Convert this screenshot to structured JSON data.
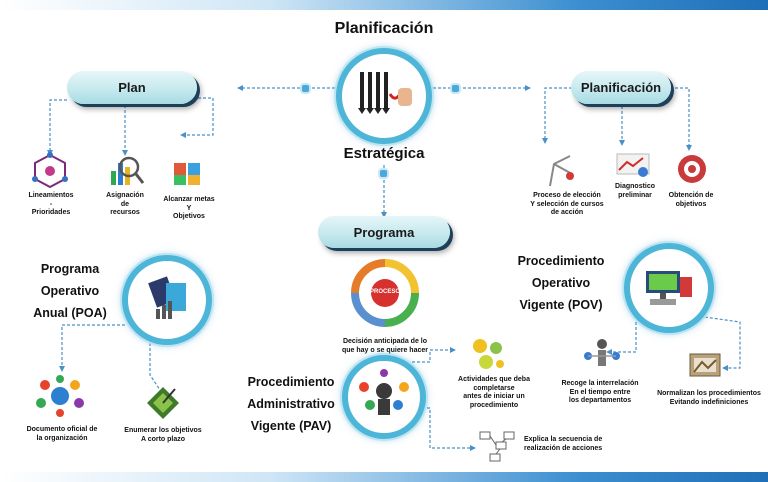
{
  "center": {
    "title_top": "Planificación",
    "title_bottom": "Estratégica"
  },
  "plan": {
    "label": "Plan",
    "items": [
      {
        "label": "Lineamientos\n-\nPrioridades"
      },
      {
        "label": "Asignación\nde\nrecursos"
      },
      {
        "label": "Alcanzar metas\nY\nObjetivos"
      }
    ]
  },
  "planificacion": {
    "label": "Planificación",
    "items": [
      {
        "label": "Proceso de elección\nY selección de cursos\nde acción"
      },
      {
        "label": "Diagnostico\npreliminar"
      },
      {
        "label": "Obtención de\nobjetivos"
      }
    ]
  },
  "programa": {
    "label": "Programa",
    "process_word": "PROCESO",
    "decision_text": "Decisión anticipada de lo\nque hay o se quiere hacer"
  },
  "poa": {
    "title": "Programa\nOperativo\nAnual (POA)",
    "items": [
      {
        "label": "Documento oficial de\nla organización"
      },
      {
        "label": "Enumerar los objetivos\nA corto plazo"
      }
    ]
  },
  "pov": {
    "title": "Procedimiento\nOperativo\nVigente (POV)",
    "items": [
      {
        "label": "Recoge la interrelación\nEn el tiempo entre\nlos departamentos"
      },
      {
        "label": "Normalizan los procedimientos\nEvitando indefiniciones"
      }
    ]
  },
  "pav": {
    "title": "Procedimiento\nAdministrativo\nVigente (PAV)",
    "items": [
      {
        "label": "Actividades que deba\ncompletarse\nantes de iniciar un\nprocedimiento"
      },
      {
        "label": "Explica la secuencia de\nrealización de acciones"
      }
    ]
  },
  "colors": {
    "accent": "#4db5d8",
    "pill_shadow": "#1d3f5a",
    "line": "#4a90c8"
  }
}
